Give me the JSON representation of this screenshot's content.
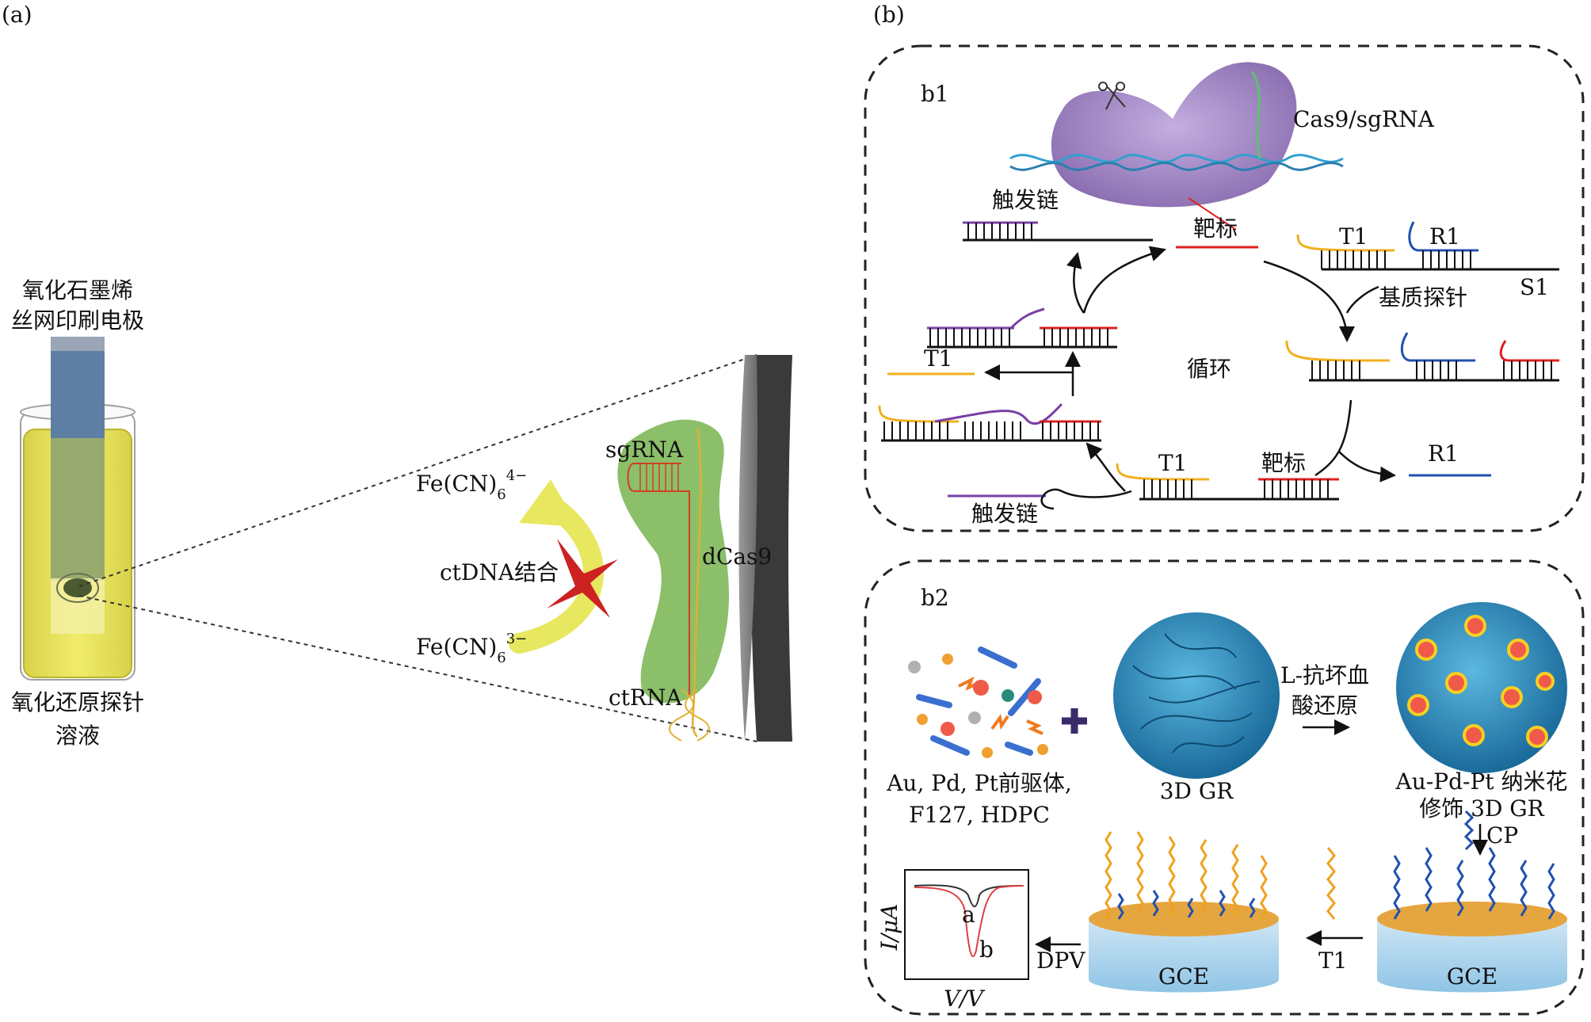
{
  "panel_a": {
    "label": "(a)",
    "electrode_line1": "氧化石墨烯",
    "electrode_line2": "丝网印刷电极",
    "solution_line1": "氧化还原探针",
    "solution_line2": "溶液",
    "fe_top_base": "Fe(CN)",
    "fe_top_sub": "6",
    "fe_top_sup": "4−",
    "fe_bottom_base": "Fe(CN)",
    "fe_bottom_sub": "6",
    "fe_bottom_sup": "3−",
    "ctdna_binding": "ctDNA结合",
    "sgrna": "sgRNA",
    "dcas9": "dCas9",
    "ctrna": "ctRNA"
  },
  "panel_b": {
    "label": "(b)",
    "b1": {
      "label": "b1",
      "cas9": "Cas9/sgRNA",
      "trigger_top": "触发链",
      "target_top": "靶标",
      "t1_top": "T1",
      "r1_top": "R1",
      "s1": "S1",
      "substrate_probe": "基质探针",
      "cycle": "循环",
      "t1_left": "T1",
      "t1_bottom": "T1",
      "target_bottom": "靶标",
      "r1_bottom": "R1",
      "trigger_bottom": "触发链"
    },
    "b2": {
      "label": "b2",
      "precursor_line1": "Au, Pd, Pt前驱体,",
      "precursor_line2": "F127, HDPC",
      "gr": "3D GR",
      "reduce_line1": "L-抗坏血",
      "reduce_line2": "酸还原",
      "nanoflower_line1": "Au-Pd-Pt 纳米花",
      "nanoflower_line2": "修饰 3D GR",
      "cp": "CP",
      "t1": "T1",
      "dpv": "DPV",
      "gce_left": "GCE",
      "gce_right": "GCE",
      "y_axis": "I/μA",
      "x_axis": "V/V",
      "curve_a": "a",
      "curve_b": "b"
    }
  },
  "colors": {
    "solution_yellow": "#e8e357",
    "cas_green": "#8cbf6a",
    "cas9_purple": "#a58bc8",
    "strand_purple": "#7a3fa5",
    "strand_red": "#e02020",
    "strand_yellow": "#f0b020",
    "strand_blue": "#2050b0",
    "gr_blue": "#2a8fc0",
    "cross_red": "#cc2222"
  }
}
